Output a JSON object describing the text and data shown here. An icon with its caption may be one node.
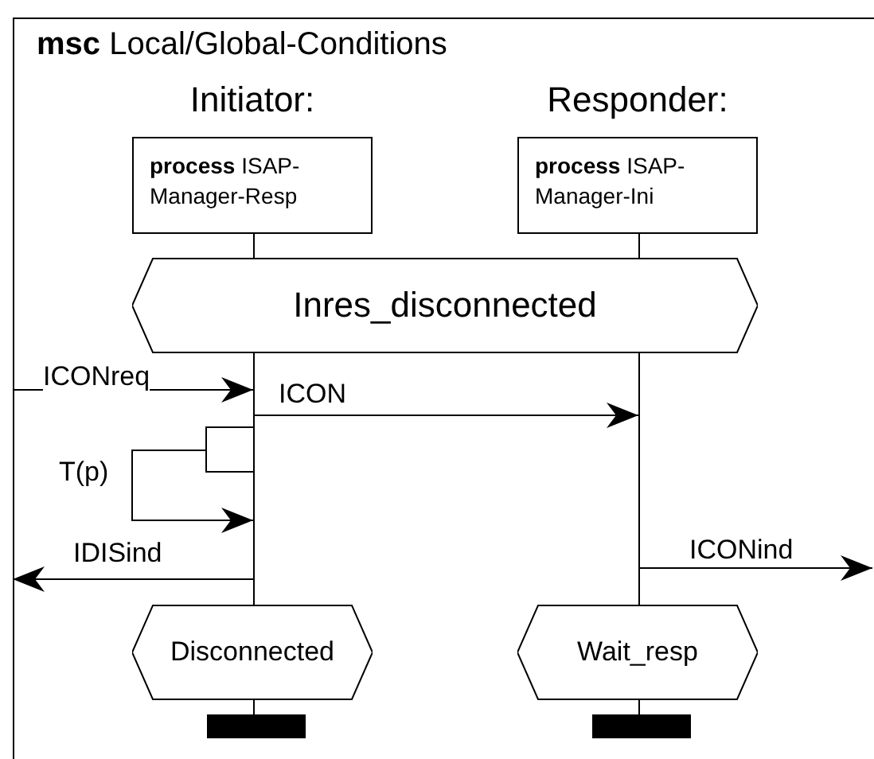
{
  "diagram": {
    "nodes": [
      {
        "text": [
          "**msc** Local/Global-Conditions"
        ]
      },
      {
        "text": [
          "Initiator:",
          "**process** ISAP-Manager-Resp"
        ],
        "in": 0
      },
      {
        "text": [
          "Responder:",
          "**process** ISAP-Manager-Ini"
        ],
        "in": 0
      },
      {
        "text": [
          "Inres_disconnected"
        ],
        "in": 0
      },
      {
        "text": [],
        "shape": "line",
        "in": 0
      },
      {
        "text": [],
        "shape": "line",
        "in": 0
      },
      {
        "text": [],
        "shape": "box",
        "in": 0
      },
      {
        "text": [
          "Disconnected"
        ],
        "in": 0
      },
      {
        "text": [
          "Wait_resp"
        ],
        "in": 0
      },
      {
        "text": [],
        "shape": "bar",
        "in": 0
      },
      {
        "text": [],
        "shape": "bar",
        "in": 0
      }
    ],
    "edges": [
      {
        "from": 0,
        "to": 4,
        "arrow": "to",
        "label": "ICONreq"
      },
      {
        "from": 4,
        "to": 5,
        "arrow": "to",
        "label": "ICON"
      },
      {
        "from": 6,
        "to": 4,
        "arrow": "to",
        "label": "T(p)"
      },
      {
        "from": 4,
        "to": 0,
        "arrow": "to",
        "label": "IDISind"
      },
      {
        "from": 5,
        "to": null,
        "arrow": "to",
        "label": "ICONind"
      }
    ]
  }
}
